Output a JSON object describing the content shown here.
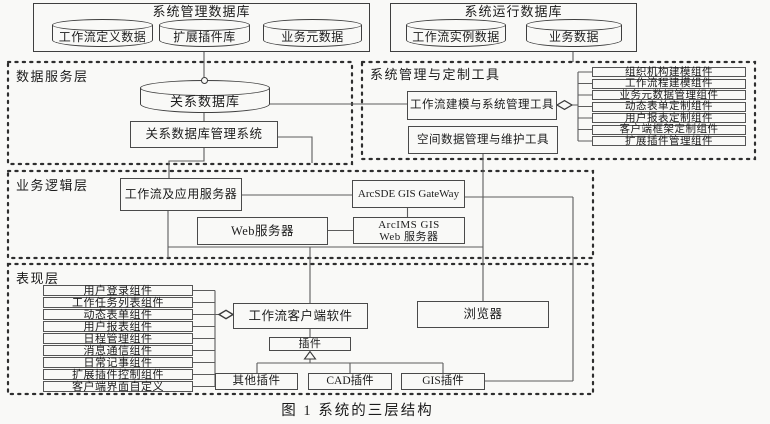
{
  "caption": "图 1  系统的三层结构",
  "top": {
    "mgmt_db": {
      "title": "系统管理数据库",
      "cyl1": "工作流定义数据",
      "cyl2": "扩展插件库",
      "cyl3": "业务元数据"
    },
    "run_db": {
      "title": "系统运行数据库",
      "cyl1": "工作流实例数据",
      "cyl2": "业务数据"
    }
  },
  "data_service": {
    "label": "数据服务层",
    "db": "关系数据库",
    "dbms": "关系数据库管理系统"
  },
  "mgmt_tools": {
    "label": "系统管理与定制工具",
    "tool1": "工作流建模与系统管理工具",
    "tool2": "空间数据管理与维护工具",
    "components": [
      "组织机构建模组件",
      "工作流程建模组件",
      "业务元数据管理组件",
      "动态表单定制组件",
      "用户报表定制组件",
      "客户端框架定制组件",
      "扩展插件管理组件"
    ]
  },
  "business": {
    "label": "业务逻辑层",
    "app_server": "工作流及应用服务器",
    "web_server": "Web服务器",
    "arcsde": "ArcSDE GIS GateWay",
    "arcims": "ArcIMS GIS\nWeb 服务器"
  },
  "presentation": {
    "label": "表现层",
    "components": [
      "用户登录组件",
      "工作任务列表组件",
      "动态表单组件",
      "用户报表组件",
      "日程管理组件",
      "消息通信组件",
      "日常记事组件",
      "扩展插件控制组件",
      "客户端界面自定义"
    ],
    "client": "工作流客户端软件",
    "browser": "浏览器",
    "plugin": "插件",
    "plugins": [
      "其他插件",
      "CAD插件",
      "GIS插件"
    ]
  }
}
